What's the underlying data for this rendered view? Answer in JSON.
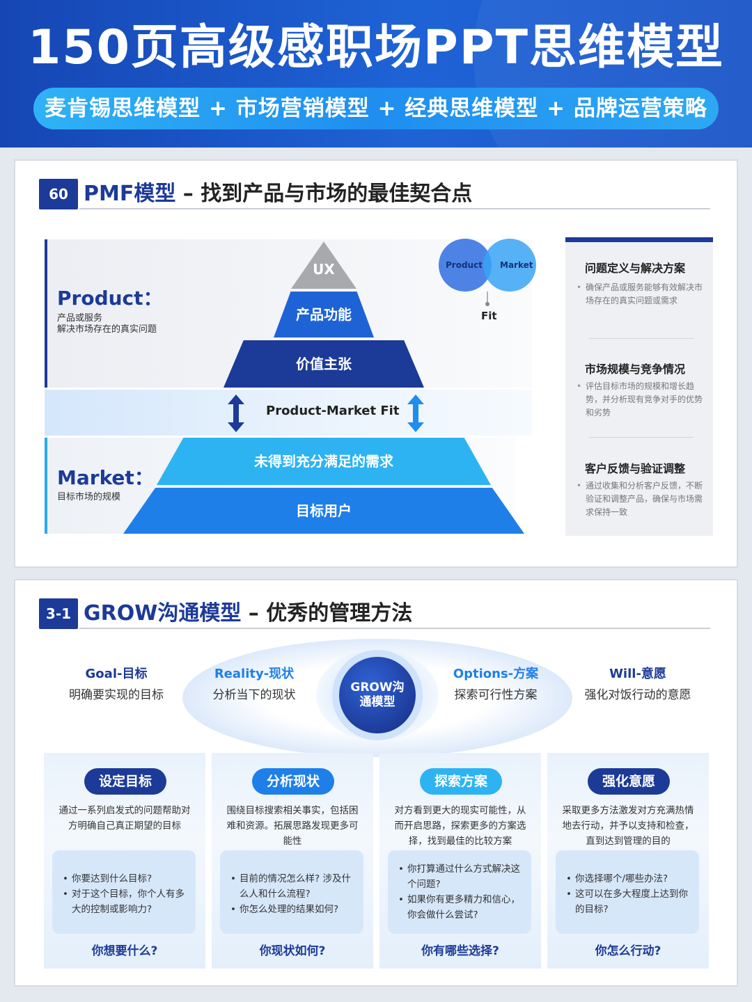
{
  "header": {
    "title": "150页高级感职场PPT思维模型",
    "subtitle": "麦肯锡思维模型 + 市场营销模型 + 经典思维模型 + 品牌运营策略"
  },
  "pmf": {
    "badge": "60",
    "title_accent": "PMF模型",
    "title_rest": " – 找到产品与市场的最佳契合点",
    "product": {
      "heading": "Product：",
      "desc_lines": [
        "产品或服务",
        "解决市场存在的真实问题"
      ]
    },
    "market": {
      "heading": "Market：",
      "desc": "目标市场的规模"
    },
    "pyramid": {
      "ux": "UX",
      "features": "产品功能",
      "value": "价值主张",
      "fit_label": "Product-Market Fit",
      "needs": "未得到充分满足的需求",
      "users": "目标用户"
    },
    "venn": {
      "left": "Product",
      "right": "Market",
      "fit": "Fit"
    },
    "side": [
      {
        "title": "问题定义与解决方案",
        "text": "确保产品或服务能够有效解决市场存在的真实问题或需求"
      },
      {
        "title": "市场规模与竞争情况",
        "text": "评估目标市场的规模和增长趋势，并分析现有竞争对手的优势和劣势"
      },
      {
        "title": "客户反馈与验证调整",
        "text": "通过收集和分析客户反馈，不断验证和调整产品，确保与市场需求保持一致"
      }
    ]
  },
  "grow": {
    "badge": "3-1",
    "title_accent": "GROW沟通模型",
    "title_rest": " – 优秀的管理方法",
    "center_line1": "GROW沟",
    "center_line2": "通模型",
    "stages": [
      {
        "en": "Goal-目标",
        "cn": "明确要实现的目标",
        "color": "#1c3a97"
      },
      {
        "en": "Reality-现状",
        "cn": "分析当下的现状",
        "color": "#1e7fe9"
      },
      {
        "en": "Options-方案",
        "cn": "探索可行性方案",
        "color": "#1e7fe9"
      },
      {
        "en": "Will-意愿",
        "cn": "强化对饭行动的意愿",
        "color": "#1c3a97"
      }
    ],
    "cards": [
      {
        "pill": "设定目标",
        "pill_color": "#1c3a97",
        "desc": "通过一系列启发式的问题帮助对方明确自己真正期望的目标",
        "questions": [
          "你要达到什么目标?",
          "对于这个目标，你个人有多大的控制或影响力?"
        ],
        "bottom": "你想要什么?"
      },
      {
        "pill": "分析现状",
        "pill_color": "#1e7fe9",
        "desc": "围绕目标搜索相关事实，包括困难和资源。拓展思路发现更多可能性",
        "questions": [
          "目前的情况怎么样? 涉及什么人和什么流程?",
          "你怎么处理的结果如何?"
        ],
        "bottom": "你现状如何?"
      },
      {
        "pill": "探索方案",
        "pill_color": "#2db3f1",
        "desc": "对方看到更大的现实可能性，从而开启思路，探索更多的方案选择，找到最佳的比较方案",
        "questions": [
          "你打算通过什么方式解决这个问题?",
          "如果你有更多精力和信心，你会做什么尝试?"
        ],
        "bottom": "你有哪些选择?"
      },
      {
        "pill": "强化意愿",
        "pill_color": "#1c3a97",
        "desc": "采取更多方法激发对方充满热情地去行动，并予以支持和检查，直到达到管理的目的",
        "questions": [
          "你选择哪个/哪些办法?",
          "这可以在多大程度上达到你的目标?"
        ],
        "bottom": "你怎么行动?"
      }
    ]
  }
}
